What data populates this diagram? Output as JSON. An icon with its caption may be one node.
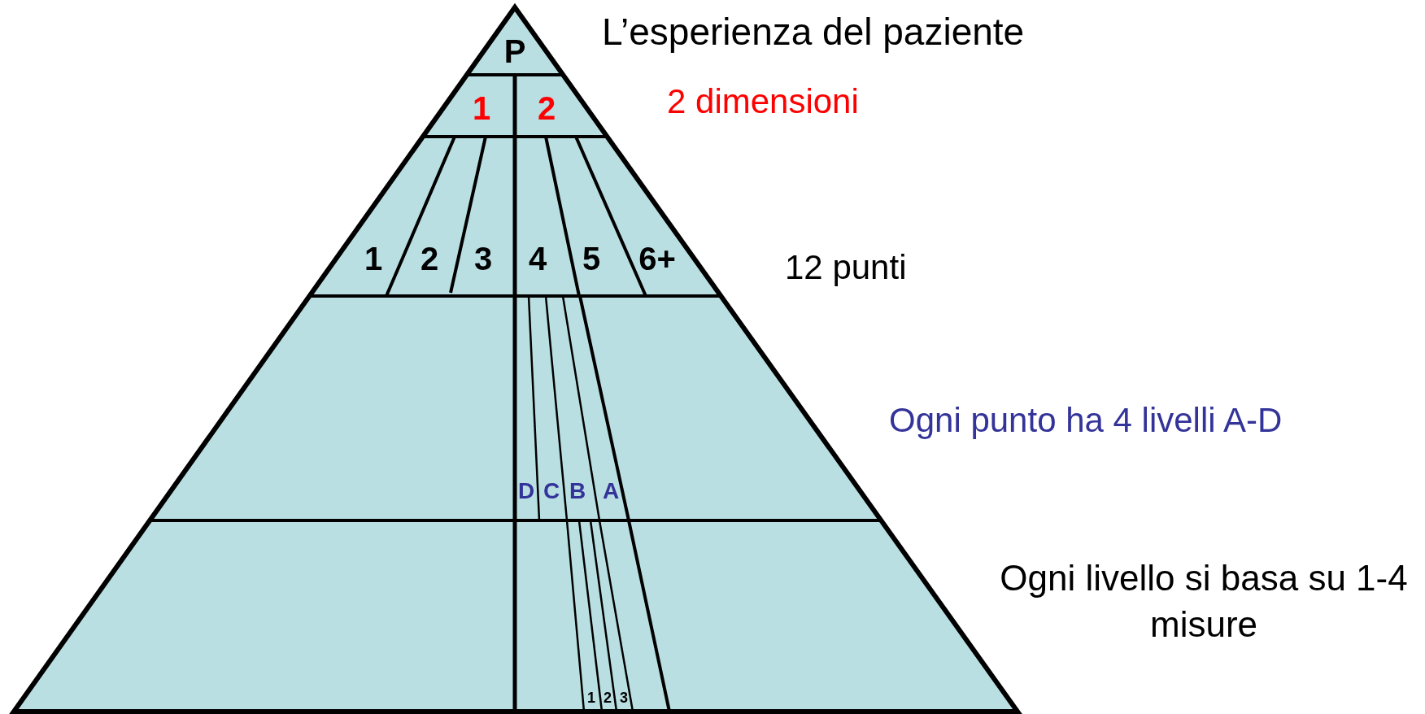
{
  "diagram": {
    "nodes": [
      {
        "text": [
          "P"
        ]
      },
      {
        "text": [
          "1"
        ]
      },
      {
        "text": [
          "2"
        ]
      },
      {
        "text": [
          "1"
        ]
      },
      {
        "text": [
          "2"
        ]
      },
      {
        "text": [
          "3"
        ]
      },
      {
        "text": [
          "4"
        ]
      },
      {
        "text": [
          "5"
        ]
      },
      {
        "text": [
          "6+"
        ]
      },
      {
        "text": [
          "D"
        ]
      },
      {
        "text": [
          "C"
        ]
      },
      {
        "text": [
          "B"
        ]
      },
      {
        "text": [
          "A"
        ]
      },
      {
        "text": [
          "1"
        ]
      },
      {
        "text": [
          "2"
        ]
      },
      {
        "text": [
          "3"
        ]
      }
    ],
    "labels": [
      "L’esperienza del paziente",
      "2 dimensioni",
      "12 punti",
      "Ogni punto ha 4 livelli A-D",
      "Ogni livello si basa su 1-4 misure"
    ]
  }
}
